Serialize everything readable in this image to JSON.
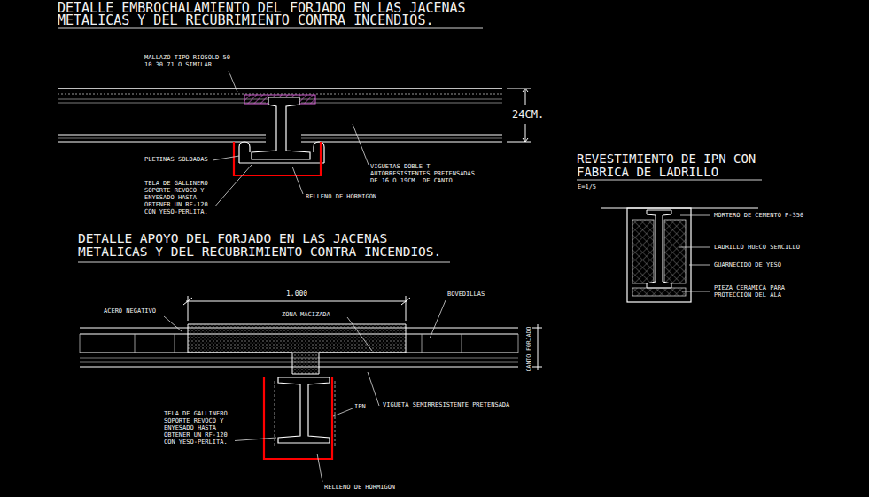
{
  "diagram": {
    "labels": [
      "DETALLE EMBROCHALAMIENTO DEL FORJADO EN LAS JACENAS METALICAS Y DEL RECUBRIMIENTO CONTRA INCENDIOS.",
      "MALLAZO TIPO RIOSOLD 50 10.30.71 O SIMILAR",
      "24CM.",
      "PLETINAS SOLDADAS",
      "TELA DE GALLINERO SOPORTE REVOCO Y ENYESADO HASTA OBTENER UN RF-120 CON YESO-PERLITA.",
      "RELLENO DE HORMIGON",
      "VIGUETAS DOBLE T AUTORRESISTENTES PRETENSADAS DE 16 O 19CM. DE CANTO",
      "DETALLE APOYO DEL FORJADO EN LAS JACENAS METALICAS Y DEL RECUBRIMIENTO CONTRA INCENDIOS.",
      "1.000",
      "ACERO NEGATIVO",
      "ZONA MACIZADA",
      "BOVEDILLAS",
      "CANTO FORJADO",
      "IPN",
      "VIGUETA SEMIRRESISTENTE PRETENSADA",
      "TELA DE GALLINERO SOPORTE REVOCO Y ENYESADO HASTA OBTENER UN RF-120 CON YESO-PERLITA.",
      "RELLENO DE HORMIGON",
      "REVESTIMIENTO DE IPN CON FABRICA DE LADRILLO",
      "E=1/5",
      "MORTERO DE CEMENTO P-350",
      "LADRILLO HUECO SENCILLO",
      "GUARNECIDO DE YESO",
      "PIEZA CERAMICA PARA PROTECCION DEL ALA"
    ]
  }
}
